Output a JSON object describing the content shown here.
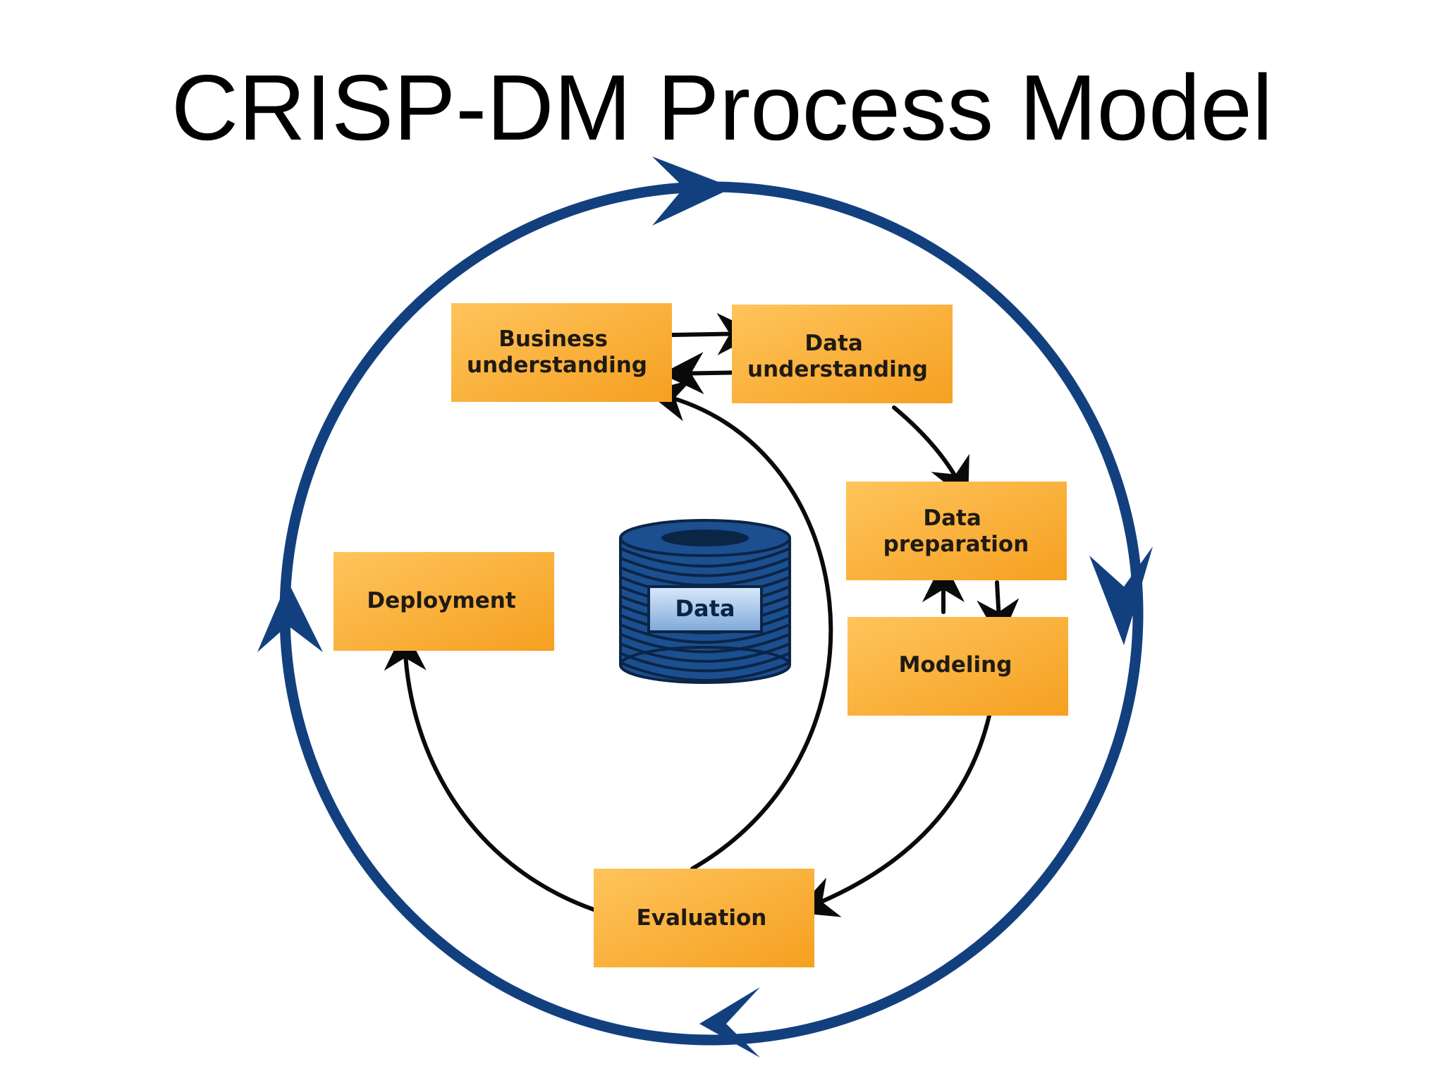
{
  "title": "CRISP-DM Process Model",
  "colors": {
    "outer_cycle": "#12407f",
    "box_fill_light": "#ffc45c",
    "box_fill_dark": "#f5a020",
    "inner_arrow": "#0a0a0a",
    "data_store": "#1c4f8f"
  },
  "phases": {
    "business_understanding": [
      "Business",
      "understanding"
    ],
    "data_understanding": [
      "Data",
      "understanding"
    ],
    "data_preparation": [
      "Data",
      "preparation"
    ],
    "modeling": [
      "Modeling"
    ],
    "evaluation": [
      "Evaluation"
    ],
    "deployment": [
      "Deployment"
    ]
  },
  "data_store": {
    "label": "Data",
    "icon": "database-icon"
  }
}
